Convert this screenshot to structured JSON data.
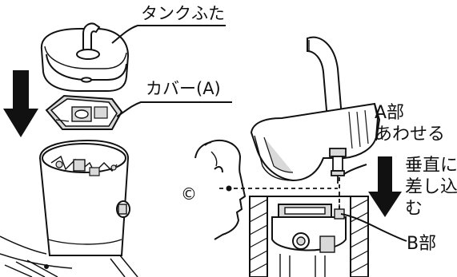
{
  "labels": {
    "tank_lid": "タンクふた",
    "cover_a": "カバー(A)",
    "part_a_line1": "A部",
    "part_a_line2": "あわせる",
    "insert_line1": "垂直に",
    "insert_line2": "差し込",
    "insert_line3": "む",
    "part_b": "B部",
    "ear_mark": "©"
  },
  "colors": {
    "line": "#111111",
    "fill_light": "#ffffff",
    "fill_shade": "#d9d9d9",
    "arrow": "#111111"
  },
  "icons": {
    "left_arrow": "down-arrow-icon",
    "right_arrow": "down-arrow-icon"
  }
}
